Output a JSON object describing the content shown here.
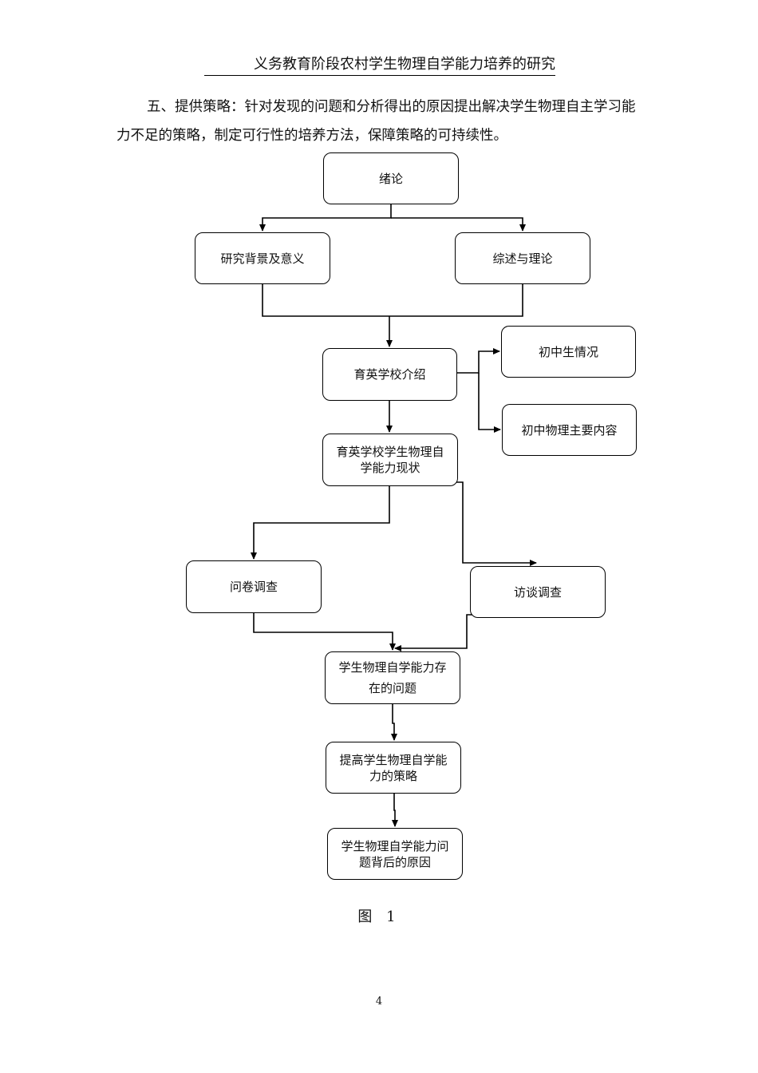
{
  "header": {
    "title": "义务教育阶段农村学生物理自学能力培养的研究"
  },
  "body": {
    "paragraph": "五、提供策略：针对发现的问题和分析得出的原因提出解决学生物理自主学习能力不足的策略，制定可行性的培养方法，保障策略的可持续性。"
  },
  "flowchart": {
    "nodes": {
      "intro": "绪论",
      "background": "研究背景及意义",
      "review": "综述与理论",
      "school": "育英学校介绍",
      "students": "初中生情况",
      "physics_content": "初中物理主要内容",
      "status": "育英学校学生物理自学能力现状",
      "survey": "问卷调查",
      "interview": "访谈调查",
      "problems": "学生物理自学能力存在的问题",
      "strategy": "提高学生物理自学能力的策略",
      "causes": "学生物理自学能力问题背后的原因"
    }
  },
  "caption": "图 1",
  "page_number": "4"
}
